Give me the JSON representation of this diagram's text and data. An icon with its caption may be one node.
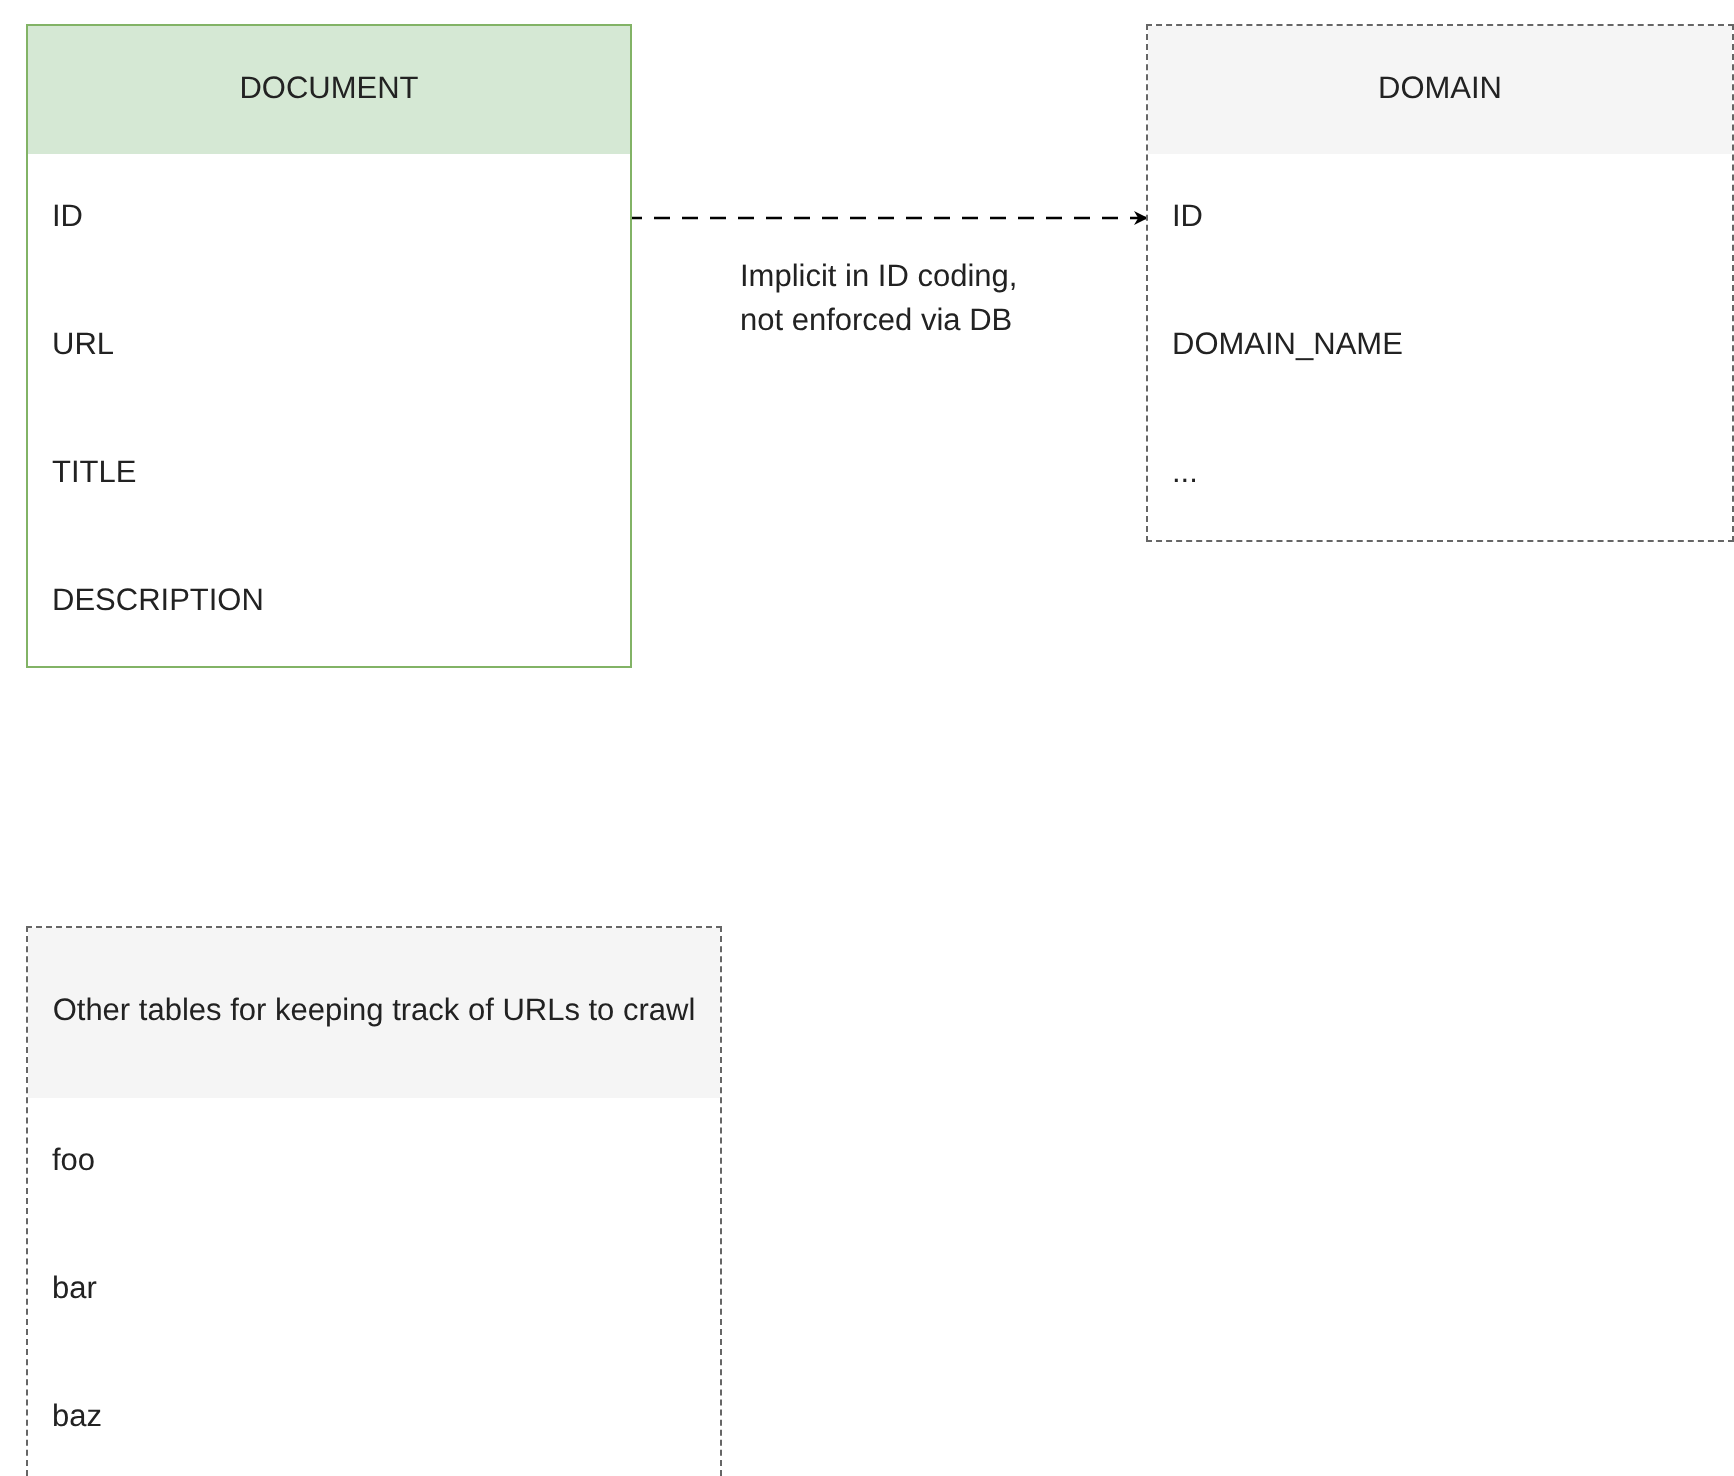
{
  "diagram": {
    "nodes": [
      {
        "text": [
          "DOCUMENT"
        ]
      },
      {
        "text": [
          "ID"
        ],
        "in": 0
      },
      {
        "text": [
          "URL"
        ],
        "in": 0
      },
      {
        "text": [
          "TITLE"
        ],
        "in": 0
      },
      {
        "text": [
          "DESCRIPTION"
        ],
        "in": 0
      },
      {
        "text": [
          "DOMAIN"
        ]
      },
      {
        "text": [
          "ID"
        ],
        "in": 5
      },
      {
        "text": [
          "DOMAIN_NAME"
        ],
        "in": 5
      },
      {
        "text": [
          "..."
        ],
        "in": 5
      },
      {
        "text": [
          "Other tables for keeping track of URLs to crawl"
        ]
      },
      {
        "text": [
          "foo"
        ],
        "in": 9
      },
      {
        "text": [
          "bar"
        ],
        "in": 9
      },
      {
        "text": [
          "baz"
        ],
        "in": 9
      }
    ],
    "edges": [
      {
        "from": 1,
        "to": 6,
        "arrow": "to",
        "label": "Implicit in ID coding, not enforced via DB",
        "style": "dashed"
      }
    ]
  }
}
